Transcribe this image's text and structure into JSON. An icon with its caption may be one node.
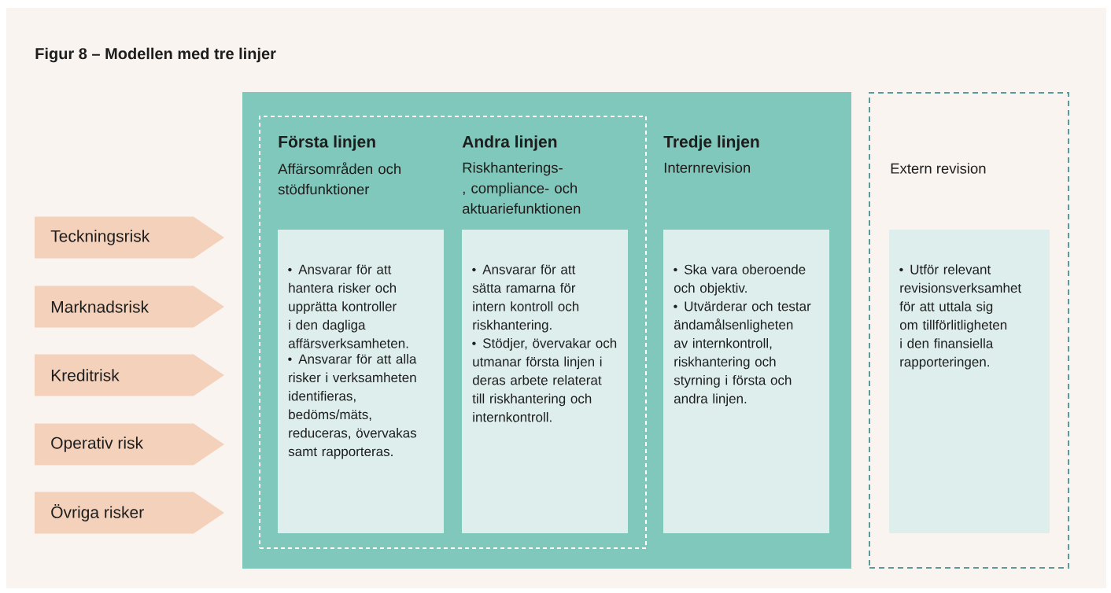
{
  "diagram": {
    "title": "Figur 8 – Modellen med tre linjer",
    "nodes": [
      {
        "text": [
          "Teckningsrisk"
        ]
      },
      {
        "text": [
          "Marknadsrisk"
        ]
      },
      {
        "text": [
          "Kreditrisk"
        ]
      },
      {
        "text": [
          "Operativ risk"
        ]
      },
      {
        "text": [
          "Övriga risker"
        ]
      },
      {
        "text": [],
        "shape": "box"
      },
      {
        "text": [],
        "shape": "box",
        "in": 5
      },
      {
        "text": [
          "Första linjen",
          "Affärsområden och stödfunktioner",
          "Ansvarar för att hantera risker och upprätta kontroller i den dagliga affärsverksamheten.",
          "Ansvarar för att alla risker i verksamheten identifieras, bedöms/mäts, reduceras, övervakas samt rapporteras."
        ],
        "in": 6
      },
      {
        "text": [
          "Andra linjen",
          "Riskhanterings-, compliance- och aktuariefunktionen",
          "Ansvarar för att sätta ramarna för intern kontroll och riskhantering.",
          "Stödjer, övervakar och utmanar första linjen i deras arbete relaterat till riskhantering och internkontroll."
        ],
        "in": 6
      },
      {
        "text": [
          "Tredje linjen",
          "Internrevision",
          "Ska vara oberoende och objektiv.",
          "Utvärderar och testar ändamålsenligheten av internkontroll, riskhantering och styrning i första och andra linjen."
        ],
        "in": 5
      },
      {
        "text": [
          "Extern revision"
        ]
      },
      {
        "text": [
          "Utför relevant revisionsverksamhet för att uttala sig om tillförlitligheten i den finansiella rapporteringen."
        ],
        "in": 10
      }
    ]
  }
}
